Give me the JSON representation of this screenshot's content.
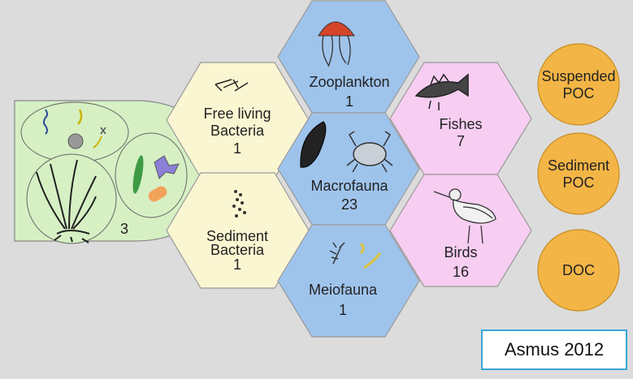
{
  "colors": {
    "background": "#dcdcdc",
    "producers": "#d6f0c4",
    "bacteria": "#fbf6d2",
    "fauna": "#9fc4ec",
    "predators": "#f7cef2",
    "carbon": "#f3b546",
    "credit_border": "#3aa6d8"
  },
  "producers": {
    "count": "3"
  },
  "nodes": {
    "free_living_bacteria": {
      "line1": "Free living",
      "line2": "Bacteria",
      "count": "1"
    },
    "sediment_bacteria": {
      "line1": "Sediment",
      "line2": "Bacteria",
      "count": "1"
    },
    "zooplankton": {
      "label": "Zooplankton",
      "count": "1"
    },
    "macrofauna": {
      "label": "Macrofauna",
      "count": "23"
    },
    "meiofauna": {
      "label": "Meiofauna",
      "count": "1"
    },
    "fishes": {
      "label": "Fishes",
      "count": "7"
    },
    "birds": {
      "label": "Birds",
      "count": "16"
    }
  },
  "carbon_pools": {
    "suspended_poc": {
      "line1": "Suspended",
      "line2": "POC"
    },
    "sediment_poc": {
      "line1": "Sediment",
      "line2": "POC"
    },
    "doc": {
      "label": "DOC"
    }
  },
  "credit": "Asmus 2012",
  "icons": [
    "algae-icon",
    "seagrass-icon",
    "diatom-icon",
    "bacteria-icon",
    "jellyfish-icon",
    "mussel-icon",
    "crab-icon",
    "worm-icon",
    "copepod-icon",
    "fish-icon",
    "bird-icon"
  ]
}
